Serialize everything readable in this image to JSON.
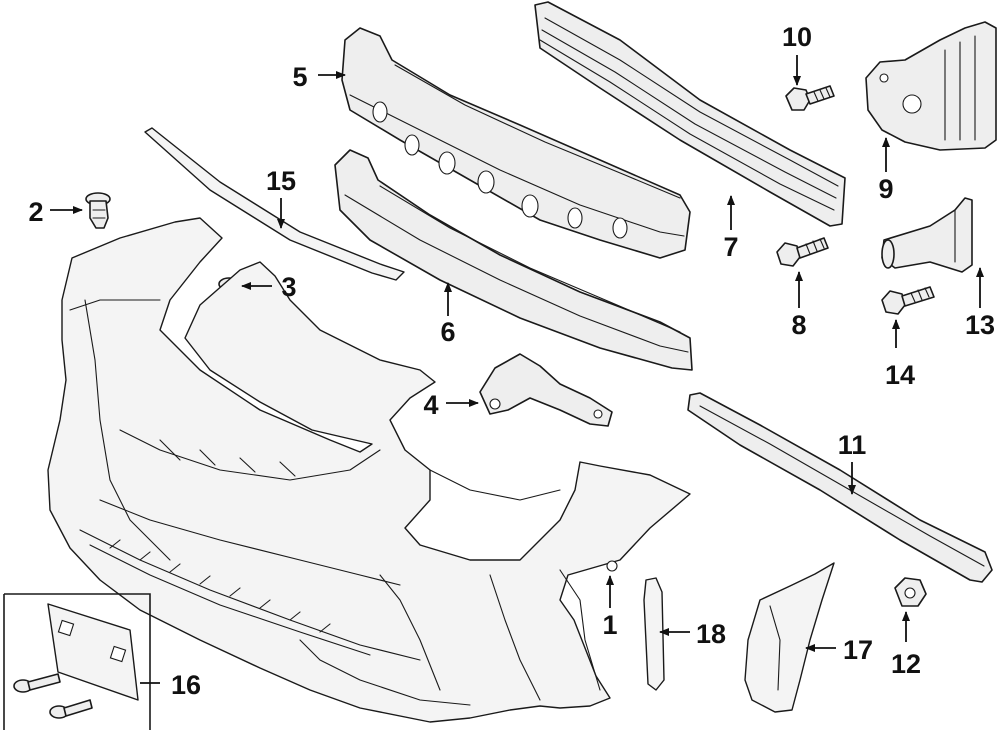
{
  "diagram": {
    "callouts": [
      "1",
      "2",
      "3",
      "4",
      "5",
      "6",
      "7",
      "8",
      "9",
      "10",
      "11",
      "12",
      "13",
      "14",
      "15",
      "16",
      "17",
      "18"
    ],
    "parts": [
      {
        "id": "bumper-cover"
      },
      {
        "id": "push-clip"
      },
      {
        "id": "screw"
      },
      {
        "id": "bracket"
      },
      {
        "id": "upper-absorber"
      },
      {
        "id": "lower-absorber"
      },
      {
        "id": "reinforcement-bar"
      },
      {
        "id": "bolt"
      },
      {
        "id": "side-bracket"
      },
      {
        "id": "lower-bar"
      },
      {
        "id": "nut"
      },
      {
        "id": "stay"
      },
      {
        "id": "bolt-small"
      },
      {
        "id": "molding-strip"
      },
      {
        "id": "license-bracket"
      },
      {
        "id": "side-garnish"
      },
      {
        "id": "trim-strip"
      }
    ]
  }
}
